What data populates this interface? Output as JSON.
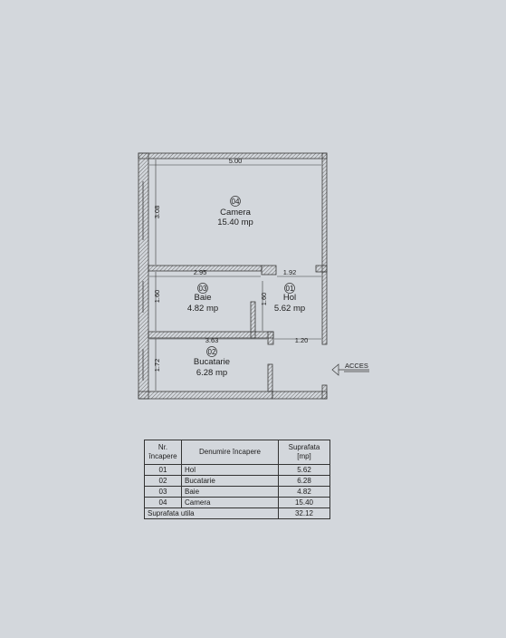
{
  "rooms": {
    "camera": {
      "number": "04",
      "name": "Camera",
      "area": "15.40 mp"
    },
    "baie": {
      "number": "03",
      "name": "Baie",
      "area": "4.82 mp"
    },
    "hol": {
      "number": "01",
      "name": "Hol",
      "area": "5.62 mp"
    },
    "bucatarie": {
      "number": "02",
      "name": "Bucatarie",
      "area": "6.28 mp"
    }
  },
  "dimensions": {
    "camera_width": "5.00",
    "camera_height": "3.08",
    "baie_width": "2.95",
    "hol_width": "1.92",
    "baie_height": "1.60",
    "hol_height": "1.60",
    "bucatarie_width": "3.63",
    "entry_width": "1.20",
    "bucatarie_height": "1.72"
  },
  "entry_label": "ACCES",
  "table": {
    "headers": {
      "nr": "Nr. încapere",
      "name": "Denumire încapere",
      "area": "Suprafata [mp]"
    },
    "rows": [
      {
        "nr": "01",
        "name": "Hol",
        "area": "5.62"
      },
      {
        "nr": "02",
        "name": "Bucatarie",
        "area": "6.28"
      },
      {
        "nr": "03",
        "name": "Baie",
        "area": "4.82"
      },
      {
        "nr": "04",
        "name": "Camera",
        "area": "15.40"
      }
    ],
    "total_label": "Suprafata utila",
    "total_value": "32.12"
  },
  "colors": {
    "background": "#d3d7dc",
    "wall_outline": "#3a3a3a",
    "wall_hatch": "#6b6b6b"
  }
}
